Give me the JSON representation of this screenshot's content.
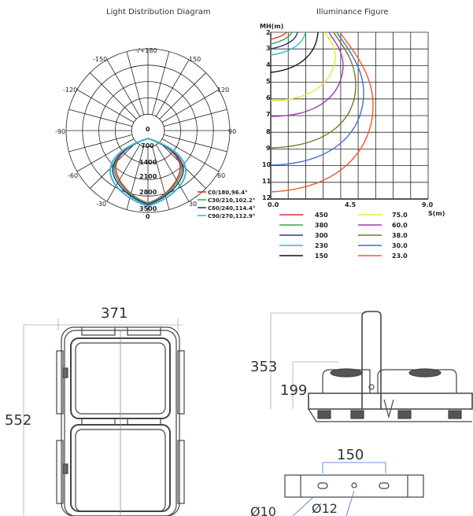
{
  "polar": {
    "title": "Light Distribution Diagram",
    "angle_labels": [
      "-/+180",
      "150",
      "-150",
      "120",
      "-120",
      "90",
      "-90",
      "60",
      "-60",
      "30",
      "-30"
    ],
    "radial_labels": [
      "0",
      "700",
      "1400",
      "2100",
      "2800",
      "3500",
      "0"
    ],
    "legend": [
      {
        "label": "C0/180,96.4°",
        "color": "#e0312b"
      },
      {
        "label": "C30/210,102.2°",
        "color": "#3aa845"
      },
      {
        "label": "C60/240,114.4°",
        "color": "#2b3a8c"
      },
      {
        "label": "C90/270,112.9°",
        "color": "#3fb7c8"
      }
    ]
  },
  "iso": {
    "title": "Illuminance Figure",
    "y_axis_title": "MH(m)",
    "x_axis_title": "S(m)",
    "y_ticks": [
      "2",
      "3",
      "4",
      "5",
      "6",
      "7",
      "8",
      "9",
      "10",
      "11",
      "12"
    ],
    "x_ticks": [
      "0.0",
      "4.5",
      "9.0"
    ],
    "legend_left": [
      {
        "value": "450",
        "color": "#e0312b"
      },
      {
        "value": "380",
        "color": "#3aa845"
      },
      {
        "value": "300",
        "color": "#2b3a8c"
      },
      {
        "value": "230",
        "color": "#3fb7c8"
      },
      {
        "value": "150",
        "color": "#111111"
      }
    ],
    "legend_right": [
      {
        "value": "75.0",
        "color": "#e8e83a"
      },
      {
        "value": "60.0",
        "color": "#a23ab5"
      },
      {
        "value": "38.0",
        "color": "#6b7d1f"
      },
      {
        "value": "30.0",
        "color": "#3a6fd0"
      },
      {
        "value": "23.0",
        "color": "#f05a28"
      }
    ]
  },
  "dimensions": {
    "front_width": "371",
    "front_height": "552",
    "side_height": "353",
    "side_mount_height": "199",
    "bracket_spacing": "150",
    "hole_small": "Ø10",
    "hole_large": "Ø12"
  }
}
